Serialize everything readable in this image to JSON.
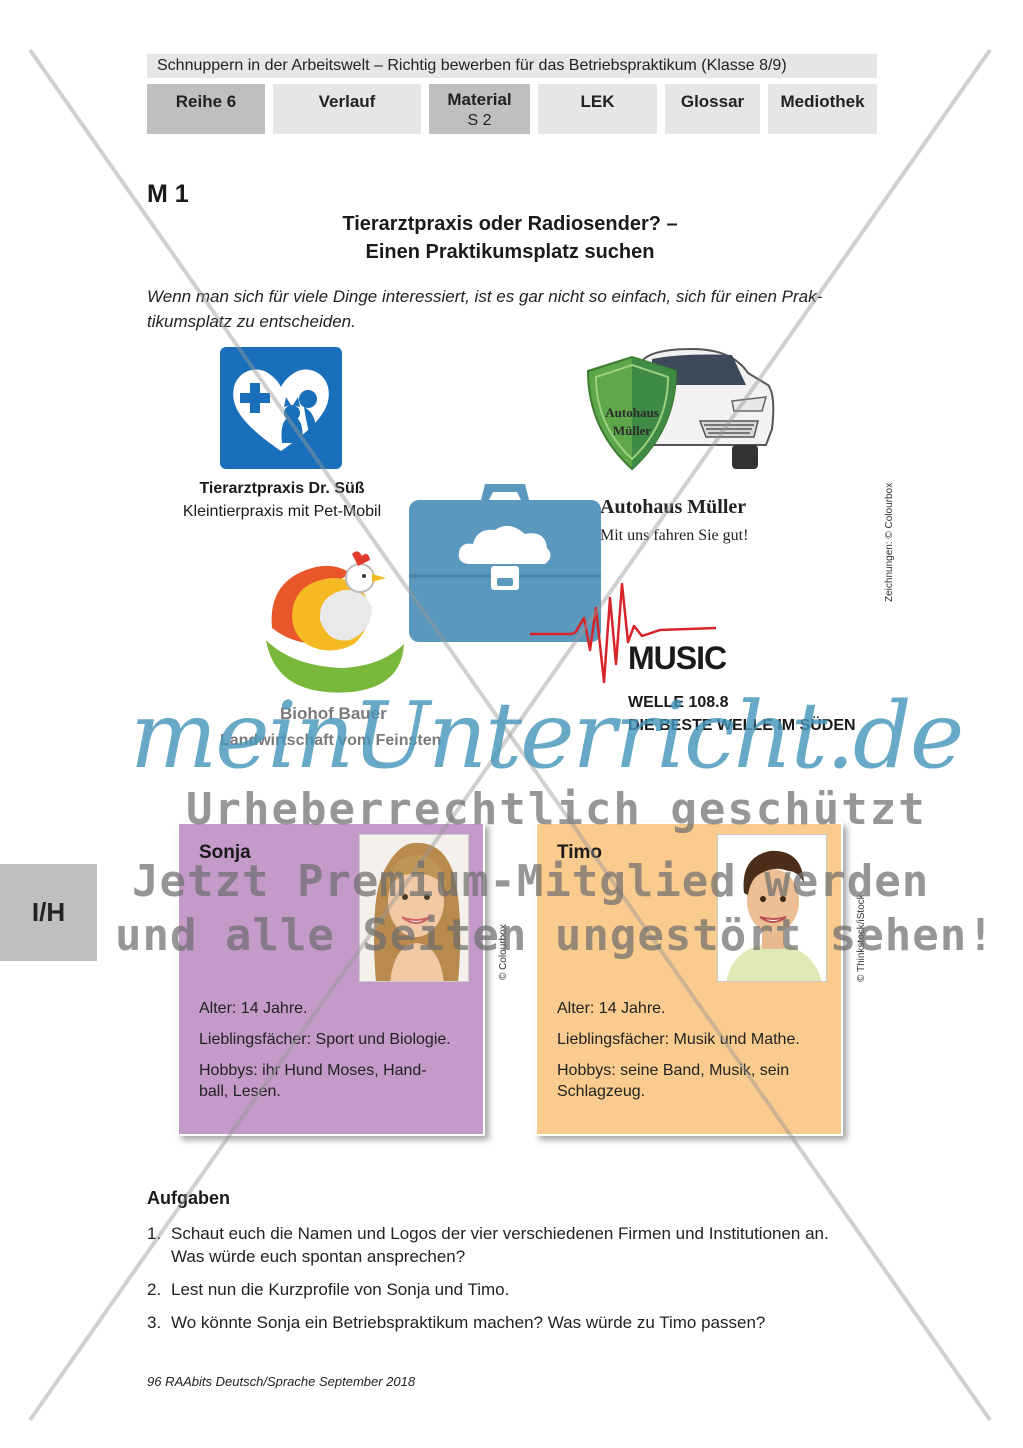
{
  "header": {
    "title": "Schnuppern in der Arbeitswelt – Richtig bewerben für das Betriebspraktikum (Klasse 8/9)",
    "tabs": [
      {
        "label": "Reihe 6",
        "sub": ""
      },
      {
        "label": "Verlauf",
        "sub": ""
      },
      {
        "label": "Material",
        "sub": "S 2"
      },
      {
        "label": "LEK",
        "sub": ""
      },
      {
        "label": "Glossar",
        "sub": ""
      },
      {
        "label": "Mediothek",
        "sub": ""
      }
    ]
  },
  "section": {
    "label": "M 1",
    "title_line1": "Tierarztpraxis oder Radiosender? –",
    "title_line2": "Einen Praktikumsplatz suchen",
    "intro_line1": "Wenn man sich für viele Dinge interessiert, ist es gar nicht so einfach, sich für einen Prak-",
    "intro_line2": "tikumsplatz zu entscheiden."
  },
  "logos": {
    "vet": {
      "name": "Tierarztpraxis Dr. Süß",
      "subtitle": "Kleintierpraxis mit Pet-Mobil"
    },
    "auto": {
      "shield_line1": "Autohaus",
      "shield_line2": "Müller",
      "name": "Autohaus Müller",
      "slogan": "Mit uns fahren Sie gut!"
    },
    "bio": {
      "name": "Biohof Bauer",
      "slogan": "Landwirtschaft vom Feinsten"
    },
    "radio": {
      "name": "MUSIC",
      "line1": "WELLE 108.8",
      "line2": "DIE BESTE WELLE IM SÜDEN"
    }
  },
  "credits": {
    "drawings": "Zeichnungen: © Colourbox",
    "sonja_photo": "© Colourbox",
    "timo_photo": "© Thinkstock/iStock"
  },
  "profiles": [
    {
      "name": "Sonja",
      "age": "Alter: 14 Jahre.",
      "subjects": "Lieblingsfächer: Sport und Biologie.",
      "hobbies_line1": "Hobbys: ihr Hund Moses, Hand-",
      "hobbies_line2": "ball, Lesen."
    },
    {
      "name": "Timo",
      "age": "Alter: 14 Jahre.",
      "subjects": "Lieblingsfächer: Musik und Mathe.",
      "hobbies_line1": "Hobbys: seine Band, Musik, sein",
      "hobbies_line2": "Schlagzeug."
    }
  ],
  "tasks": {
    "heading": "Aufgaben",
    "items": [
      {
        "num": "1.",
        "line1": "Schaut euch die Namen und Logos der vier verschiedenen Firmen und Institutionen an.",
        "line2": "Was würde euch spontan ansprechen?"
      },
      {
        "num": "2.",
        "line1": "Lest nun die Kurzprofile von Sonja und Timo.",
        "line2": ""
      },
      {
        "num": "3.",
        "line1": "Wo könnte Sonja ein Betriebspraktikum machen? Was würde zu Timo passen?",
        "line2": ""
      }
    ]
  },
  "footer": "96 RAAbits Deutsch/Sprache September 2018",
  "side_tab": "I/H",
  "watermark": {
    "brand": "meinUnterricht.de",
    "line1": "Urheberrechtlich geschützt",
    "line2": "Jetzt Premium-Mitglied werden",
    "line3": "und alle Seiten ungestört sehen!"
  },
  "colors": {
    "vet_blue": "#1a6fba",
    "card_purple": "#c39ac8",
    "card_orange": "#f9cb8e",
    "briefcase_blue": "#5b98bd",
    "tab_gray": "#e6e6e6",
    "tab_active_gray": "#bfbfbf",
    "watermark_blue": "#4696b9"
  }
}
